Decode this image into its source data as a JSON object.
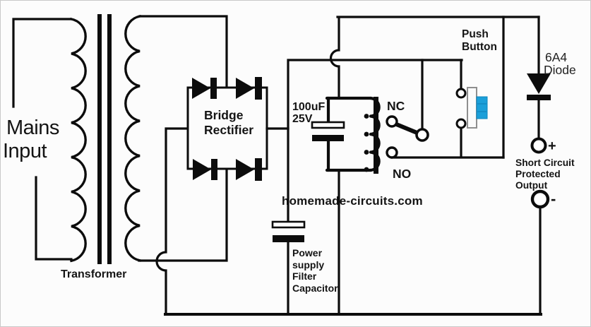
{
  "colors": {
    "wire": "#0c0c0c",
    "background": "#fcfcfc",
    "watermark_red": "#d4454b",
    "button_blue": "#1b9fd9"
  },
  "labels": {
    "mains_line1": "Mains",
    "mains_line2": "Input",
    "transformer": "Transformer",
    "bridge_line1": "Bridge",
    "bridge_line2": "Rectifier",
    "relay_cap_line1": "100uF",
    "relay_cap_line2": "25V",
    "nc": "NC",
    "no": "NO",
    "push_line1": "Push",
    "push_line2": "Button",
    "diode_line1": "6A4",
    "diode_line2": "Diode",
    "plus": "+",
    "minus": "-",
    "output_line1": "Short Circuit",
    "output_line2": "Protected",
    "output_line3": "Output",
    "watermark": "homemade-circuits.com",
    "filter_cap_line1": "Power",
    "filter_cap_line2": "supply",
    "filter_cap_line3": "Filter",
    "filter_cap_line4": "Capacitor"
  }
}
